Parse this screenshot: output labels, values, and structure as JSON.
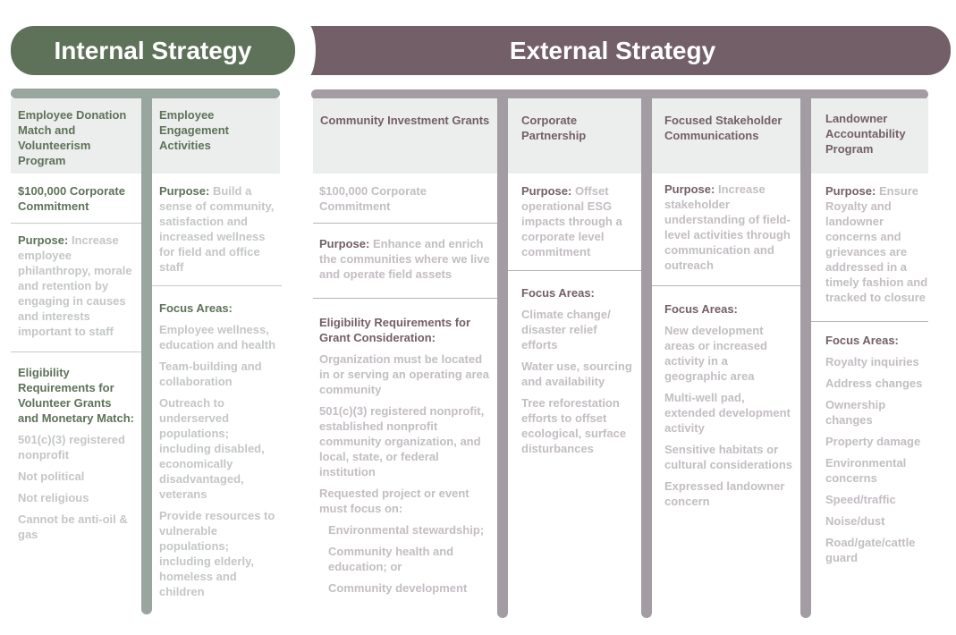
{
  "banners": {
    "internal": "Internal Strategy",
    "external": "External Strategy"
  },
  "colors": {
    "internal_primary": "#5e7259",
    "internal_connector": "#99a69f",
    "external_primary": "#735f68",
    "external_connector": "#a39da3",
    "header_bg": "#eceded",
    "body_text": "#c4c7c6"
  },
  "internal": [
    {
      "title": "Employee Donation Match and Volunteerism Program",
      "commitment": "$100,000 Corporate Commitment",
      "purpose_label": "Purpose:",
      "purpose_text": "Increase employee philanthropy, morale and retention by engaging in causes and interests important to staff",
      "eligibility_label": "Eligibility Requirements for Volunteer Grants and Monetary Match:",
      "eligibility_items": [
        "501(c)(3) registered nonprofit",
        "Not political",
        "Not religious",
        "Cannot be anti-oil & gas"
      ]
    },
    {
      "title": "Employee Engagement Activities",
      "purpose_label": "Purpose:",
      "purpose_text": "Build a sense of community, satisfaction and increased wellness for field and office staff",
      "focus_label": "Focus Areas:",
      "focus_items": [
        "Employee wellness, education and health",
        "Team-building and collaboration",
        "Outreach to underserved populations; including disabled, economically disadvantaged, veterans",
        "Provide resources to vulnerable populations; including elderly, homeless and children"
      ]
    }
  ],
  "external": [
    {
      "title": "Community Investment Grants",
      "commitment": "$100,000 Corporate Commitment",
      "purpose_label": "Purpose:",
      "purpose_text": "Enhance and enrich the communities where we live and operate field assets",
      "eligibility_label": "Eligibility Requirements for Grant Consideration:",
      "eligibility_items": [
        "Organization must be located in or serving an operating area community",
        "501(c)(3) registered nonprofit, established nonprofit community organization, and local, state, or federal institution",
        "Requested project or event must focus on:"
      ],
      "focus_subitems": [
        "Environmental stewardship;",
        "Community health and education; or",
        "Community development"
      ]
    },
    {
      "title": "Corporate Partnership",
      "purpose_label": "Purpose:",
      "purpose_text": "Offset operational ESG impacts through a corporate level commitment",
      "focus_label": "Focus Areas:",
      "focus_items": [
        "Climate change/ disaster relief efforts",
        "Water use, sourcing and availability",
        "Tree reforestation efforts to offset ecological, surface disturbances"
      ]
    },
    {
      "title": "Focused Stakeholder Communications",
      "purpose_label": "Purpose:",
      "purpose_text": "Increase stakeholder understanding of field-level activities through communication and outreach",
      "focus_label": "Focus Areas:",
      "focus_items": [
        "New development areas or increased activity in a geographic area",
        "Multi-well pad, extended development activity",
        "Sensitive habitats or cultural considerations",
        "Expressed landowner concern"
      ]
    },
    {
      "title": "Landowner Accountability Program",
      "purpose_label": "Purpose:",
      "purpose_text": "Ensure Royalty and landowner concerns and grievances are addressed in a timely fashion and tracked to closure",
      "focus_label": "Focus Areas:",
      "focus_items": [
        "Royalty inquiries",
        "Address changes",
        "Ownership changes",
        "Property damage",
        "Environmental concerns",
        "Speed/traffic",
        "Noise/dust",
        "Road/gate/cattle guard"
      ]
    }
  ]
}
